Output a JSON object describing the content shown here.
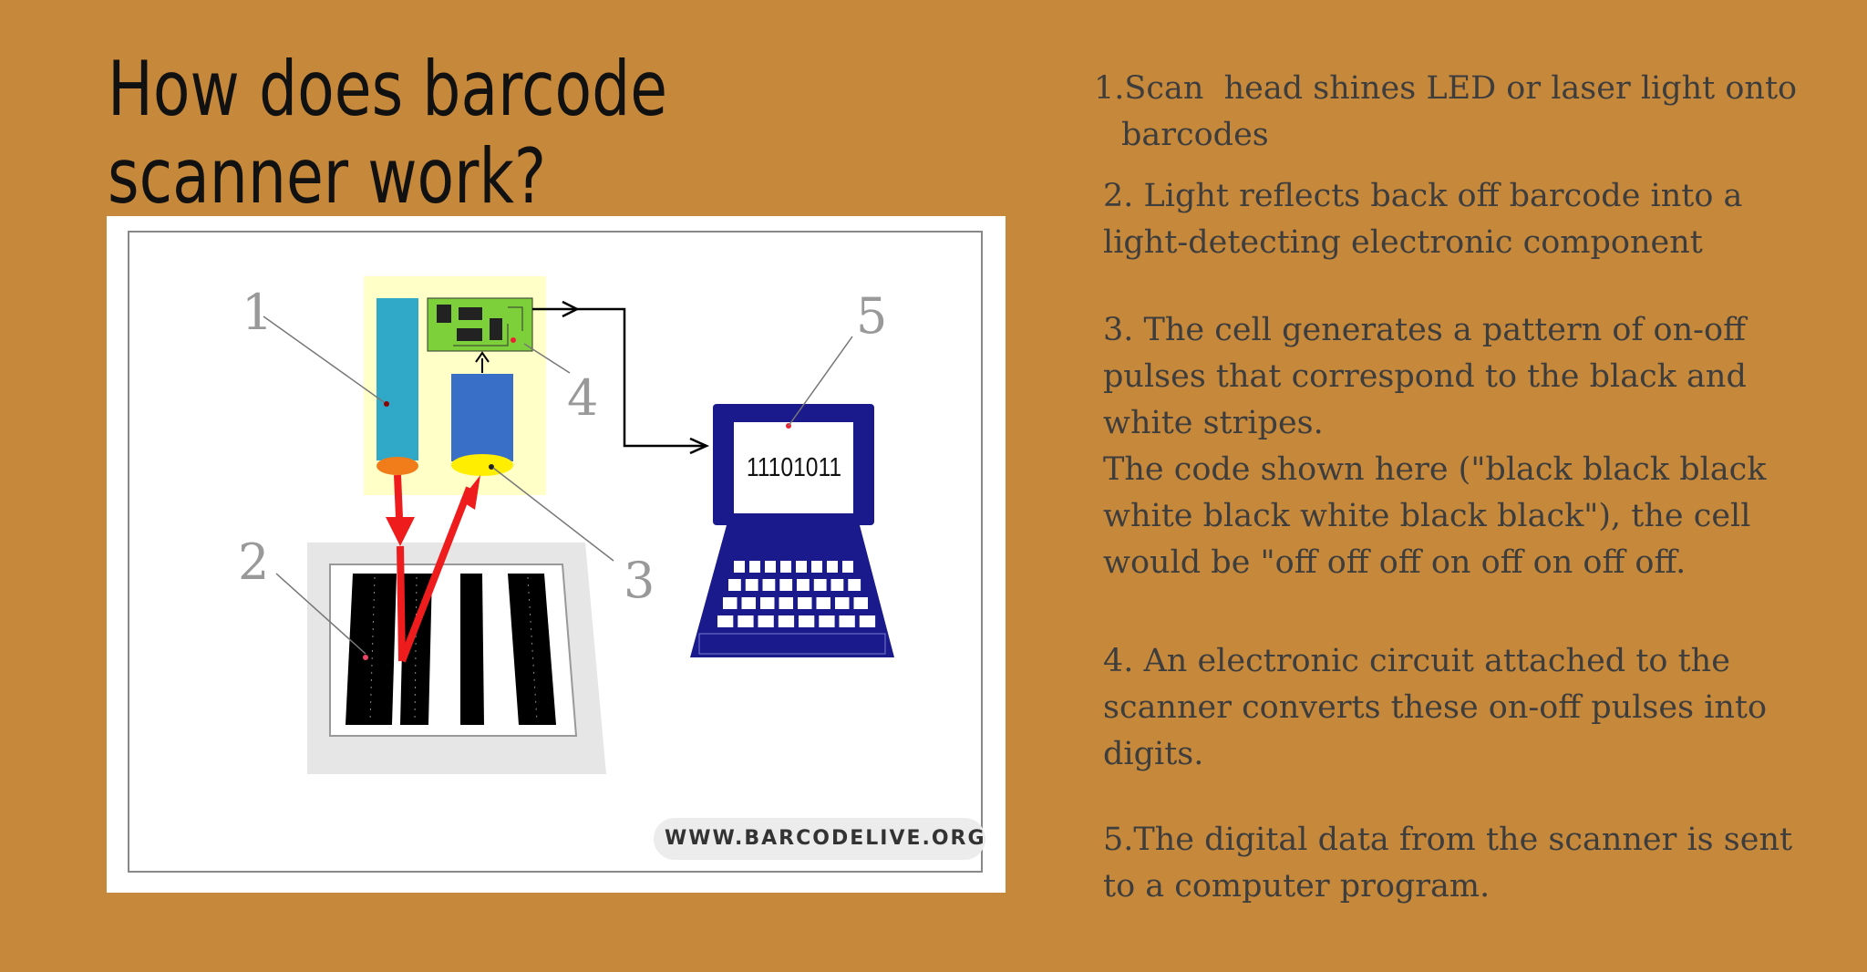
{
  "title": {
    "line1": "How does barcode",
    "line2": "scanner work?"
  },
  "diagram": {
    "labels": [
      "1",
      "2",
      "3",
      "4",
      "5"
    ],
    "screen_code": "11101011",
    "website": "WWW.BARCODELIVE.ORG",
    "colors": {
      "background": "#c6883a",
      "scanner_box": "#ffffc8",
      "light_source": "#30a8c8",
      "sensor": "#3a6fc8",
      "circuit": "#7ed03a",
      "beam": "#ee1c1c",
      "computer": "#1a1a8c",
      "stripe": "#000000"
    }
  },
  "steps": {
    "s1_line1": "1.Scan  head shines LED or laser light onto",
    "s1_line2": "barcodes",
    "s2_line1": "2. Light reflects back off barcode into a",
    "s2_line2": "light-detecting electronic component",
    "s3_line1": "3. The cell generates a pattern of on-off",
    "s3_line2": "pulses that correspond to the black and",
    "s3_line3": "white stripes.",
    "s3_line4": "The code shown here (\"black black black",
    "s3_line5": "white black white black black\"), the cell",
    "s3_line6": "would be \"off off off on off on off off.",
    "s4_line1": "4. An electronic circuit attached to the",
    "s4_line2": "scanner converts these on-off pulses into",
    "s4_line3": "digits.",
    "s5_line1": "5.The digital data from the scanner is sent",
    "s5_line2": "to a computer program."
  }
}
